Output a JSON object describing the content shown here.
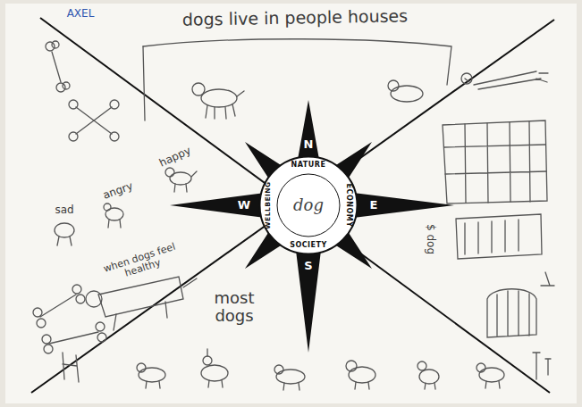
{
  "diagram": {
    "nodes": [
      {
        "text": [
          "NATURE",
          "ECONOMY",
          "SOCIETY",
          "WELLBEING",
          "dog"
        ]
      }
    ],
    "labels": [
      "AXEL",
      "dogs live in people houses",
      "N",
      "W",
      "E",
      "S",
      "happy",
      "angry",
      "sad",
      "when dogs feel healthy",
      "most dogs",
      "$ dog"
    ]
  }
}
